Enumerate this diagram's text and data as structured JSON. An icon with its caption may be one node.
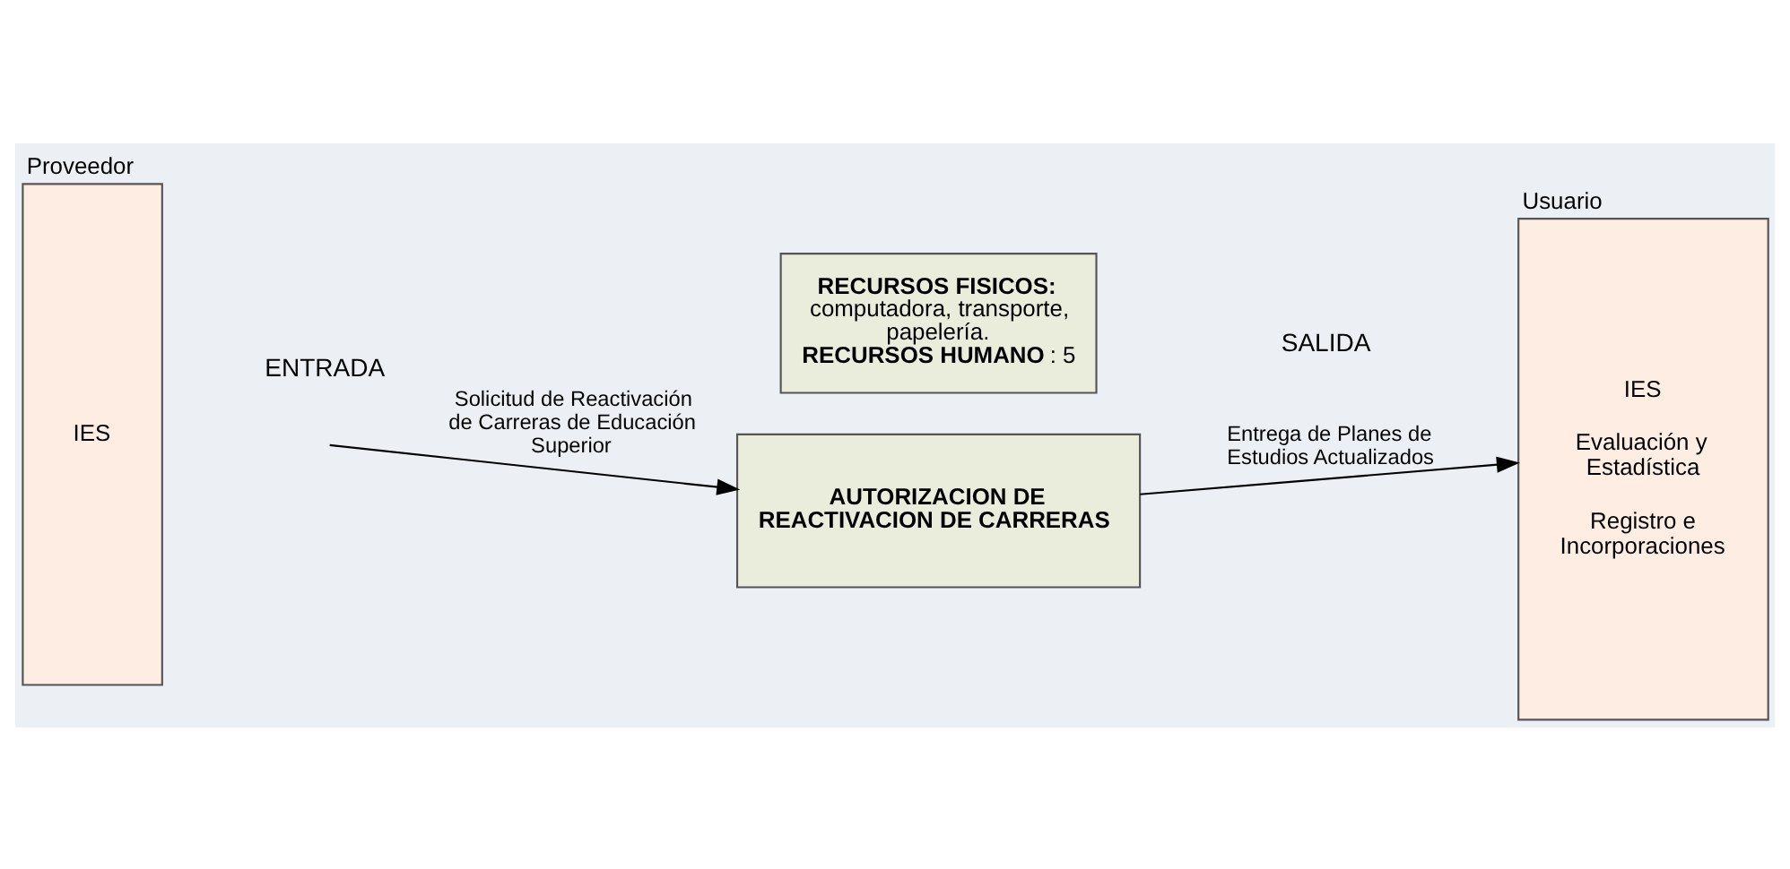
{
  "diagram": {
    "nodes": [
      {
        "text": [
          "Proveedor",
          "IES"
        ]
      },
      {
        "text": [
          "**RECURSOS FISICOS:** computadora, transporte, papelería.",
          "**RECURSOS HUMANO**: 5"
        ]
      },
      {
        "text": [
          "AUTORIZACION DE REACTIVACION DE CARRERAS"
        ]
      },
      {
        "text": [
          "Usuario",
          "IES",
          "Evaluación y Estadística",
          "Registro e Incorporaciones"
        ]
      }
    ],
    "edges": [
      {
        "from": null,
        "to": 2,
        "arrow": "to",
        "label": "Solicitud de Reactivación de Carreras de Educación Superior"
      },
      {
        "from": 2,
        "to": 3,
        "arrow": "to",
        "label": "Entrega de Planes de Estudios Actualizados"
      }
    ],
    "labels": [
      "ENTRADA",
      "SALIDA"
    ]
  }
}
